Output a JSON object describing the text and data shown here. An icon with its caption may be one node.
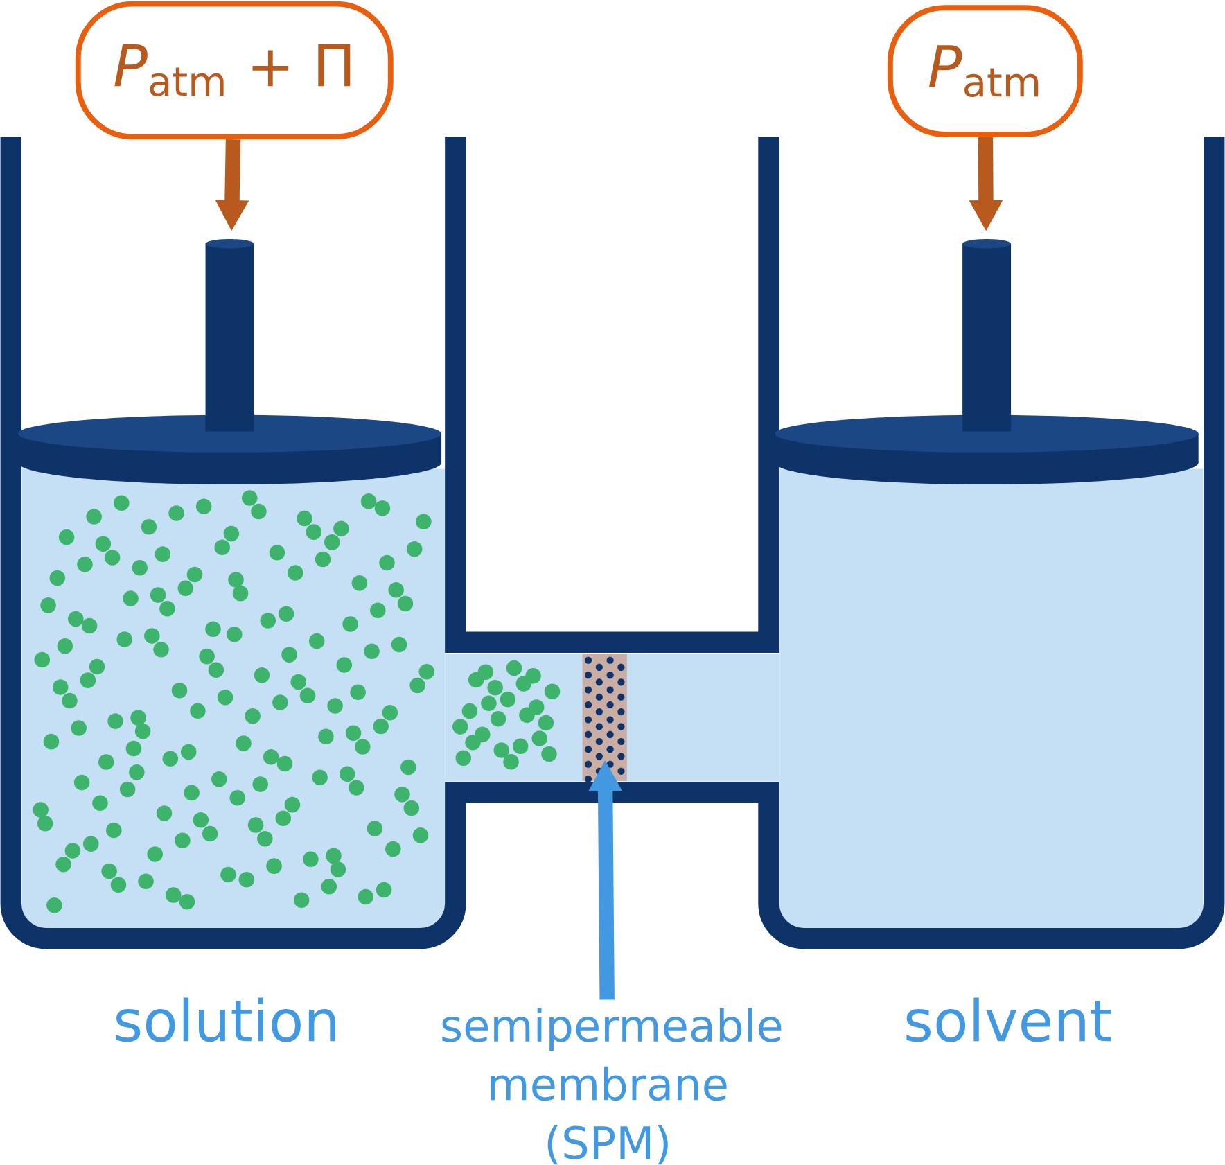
{
  "diagram": {
    "nodes": [
      {
        "text": [
          "*P*$_{atm}$ + Π"
        ]
      },
      {
        "text": [
          "*P*$_{atm}$"
        ]
      },
      {
        "text": [],
        "shape": "piston"
      },
      {
        "text": [],
        "shape": "piston"
      },
      {
        "text": [],
        "shape": "bar"
      },
      {
        "text": [
          "semipermeable membrane (SPM)"
        ]
      }
    ],
    "edges": [
      {
        "from": 0,
        "to": 2,
        "arrow": "to"
      },
      {
        "from": 1,
        "to": 3,
        "arrow": "to"
      },
      {
        "from": 5,
        "to": 4,
        "arrow": "to",
        "color": "#4299e1"
      }
    ],
    "labels": [
      "solution",
      "solvent"
    ]
  }
}
